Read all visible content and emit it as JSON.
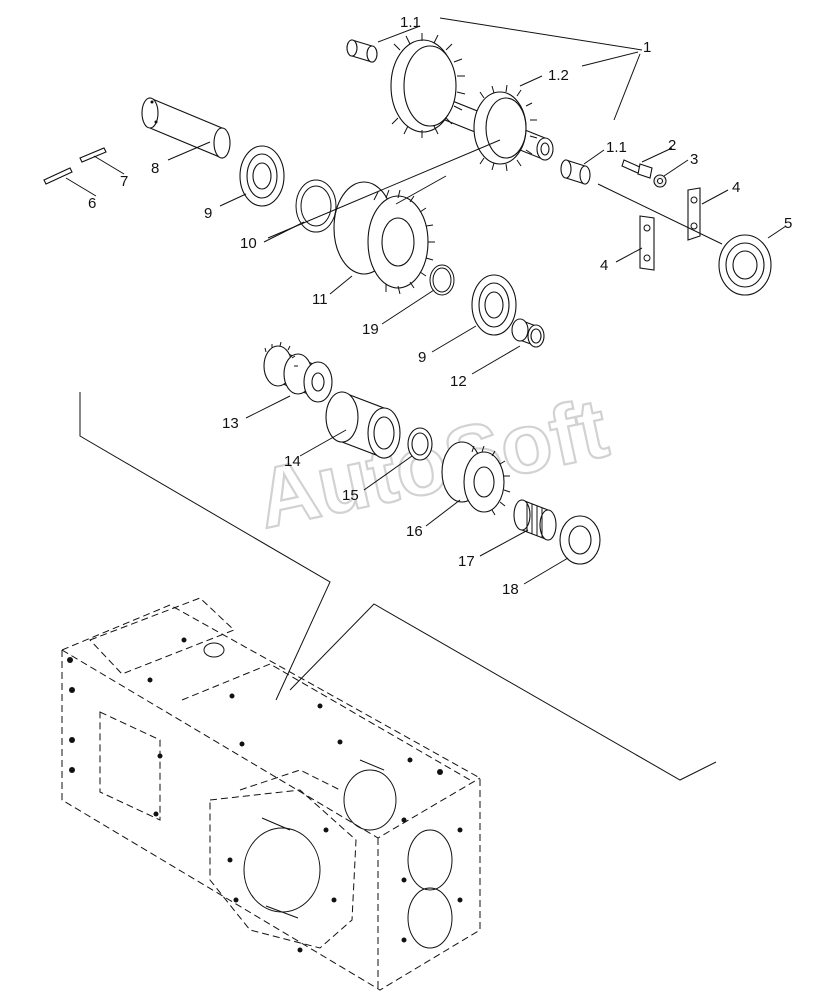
{
  "watermark": "AutoSoft",
  "callouts": [
    {
      "id": "c-1.1-top",
      "label": "1.1"
    },
    {
      "id": "c-1",
      "label": "1"
    },
    {
      "id": "c-1.2",
      "label": "1.2"
    },
    {
      "id": "c-1.1-bottom",
      "label": "1.1"
    },
    {
      "id": "c-2",
      "label": "2"
    },
    {
      "id": "c-3",
      "label": "3"
    },
    {
      "id": "c-4-right",
      "label": "4"
    },
    {
      "id": "c-4-left",
      "label": "4"
    },
    {
      "id": "c-5",
      "label": "5"
    },
    {
      "id": "c-6",
      "label": "6"
    },
    {
      "id": "c-7",
      "label": "7"
    },
    {
      "id": "c-8",
      "label": "8"
    },
    {
      "id": "c-9-top",
      "label": "9"
    },
    {
      "id": "c-10",
      "label": "10"
    },
    {
      "id": "c-11",
      "label": "11"
    },
    {
      "id": "c-19",
      "label": "19"
    },
    {
      "id": "c-9-bottom",
      "label": "9"
    },
    {
      "id": "c-12",
      "label": "12"
    },
    {
      "id": "c-13",
      "label": "13"
    },
    {
      "id": "c-14",
      "label": "14"
    },
    {
      "id": "c-15",
      "label": "15"
    },
    {
      "id": "c-16",
      "label": "16"
    },
    {
      "id": "c-17",
      "label": "17"
    },
    {
      "id": "c-18",
      "label": "18"
    }
  ]
}
